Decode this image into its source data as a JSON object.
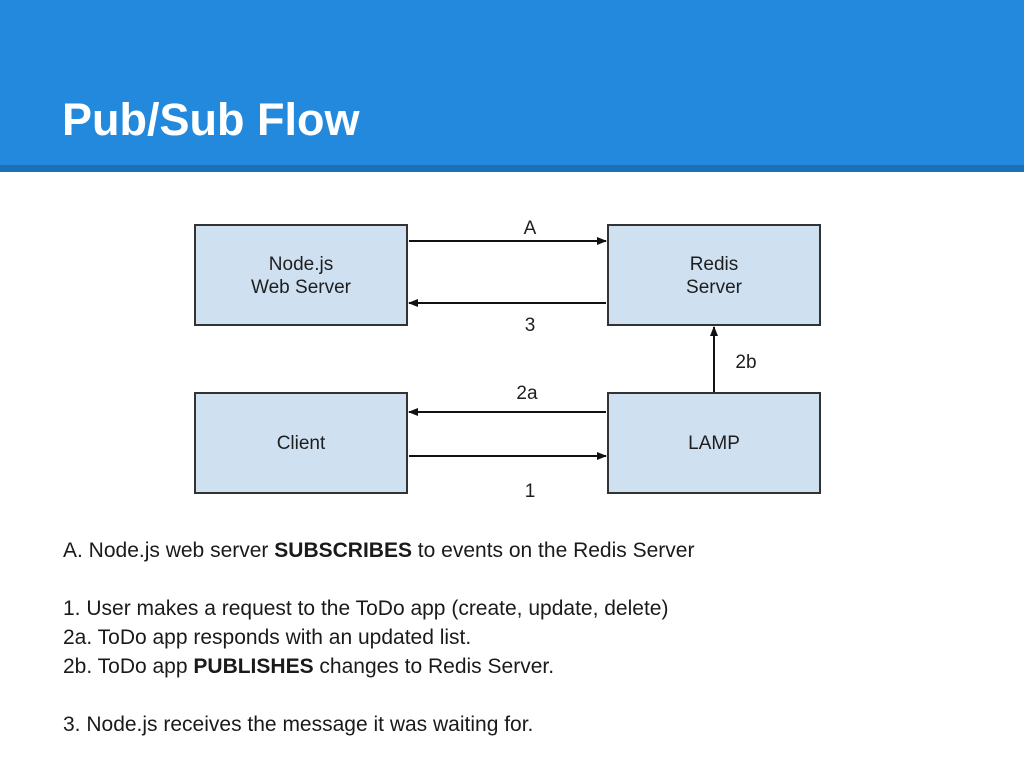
{
  "slide": {
    "title": "Pub/Sub Flow"
  },
  "diagram": {
    "nodes": {
      "nodejs": [
        "Node.js",
        "Web Server"
      ],
      "redis": [
        "Redis",
        "Server"
      ],
      "client": [
        "Client"
      ],
      "lamp": [
        "LAMP"
      ]
    },
    "edges": {
      "a": "A",
      "three": "3",
      "two_b": "2b",
      "two_a": "2a",
      "one": "1"
    }
  },
  "notes": {
    "line_a": {
      "prefix": "A. Node.js web server ",
      "bold": "SUBSCRIBES",
      "suffix": " to events on the Redis Server"
    },
    "line_1": "1. User makes a request to the ToDo app (create, update, delete)",
    "line_2a": "2a. ToDo app responds with an updated list.",
    "line_2b": {
      "prefix": "2b. ToDo app ",
      "bold": "PUBLISHES",
      "suffix": " changes to Redis Server."
    },
    "line_3": "3. Node.js receives the message it was waiting for."
  }
}
